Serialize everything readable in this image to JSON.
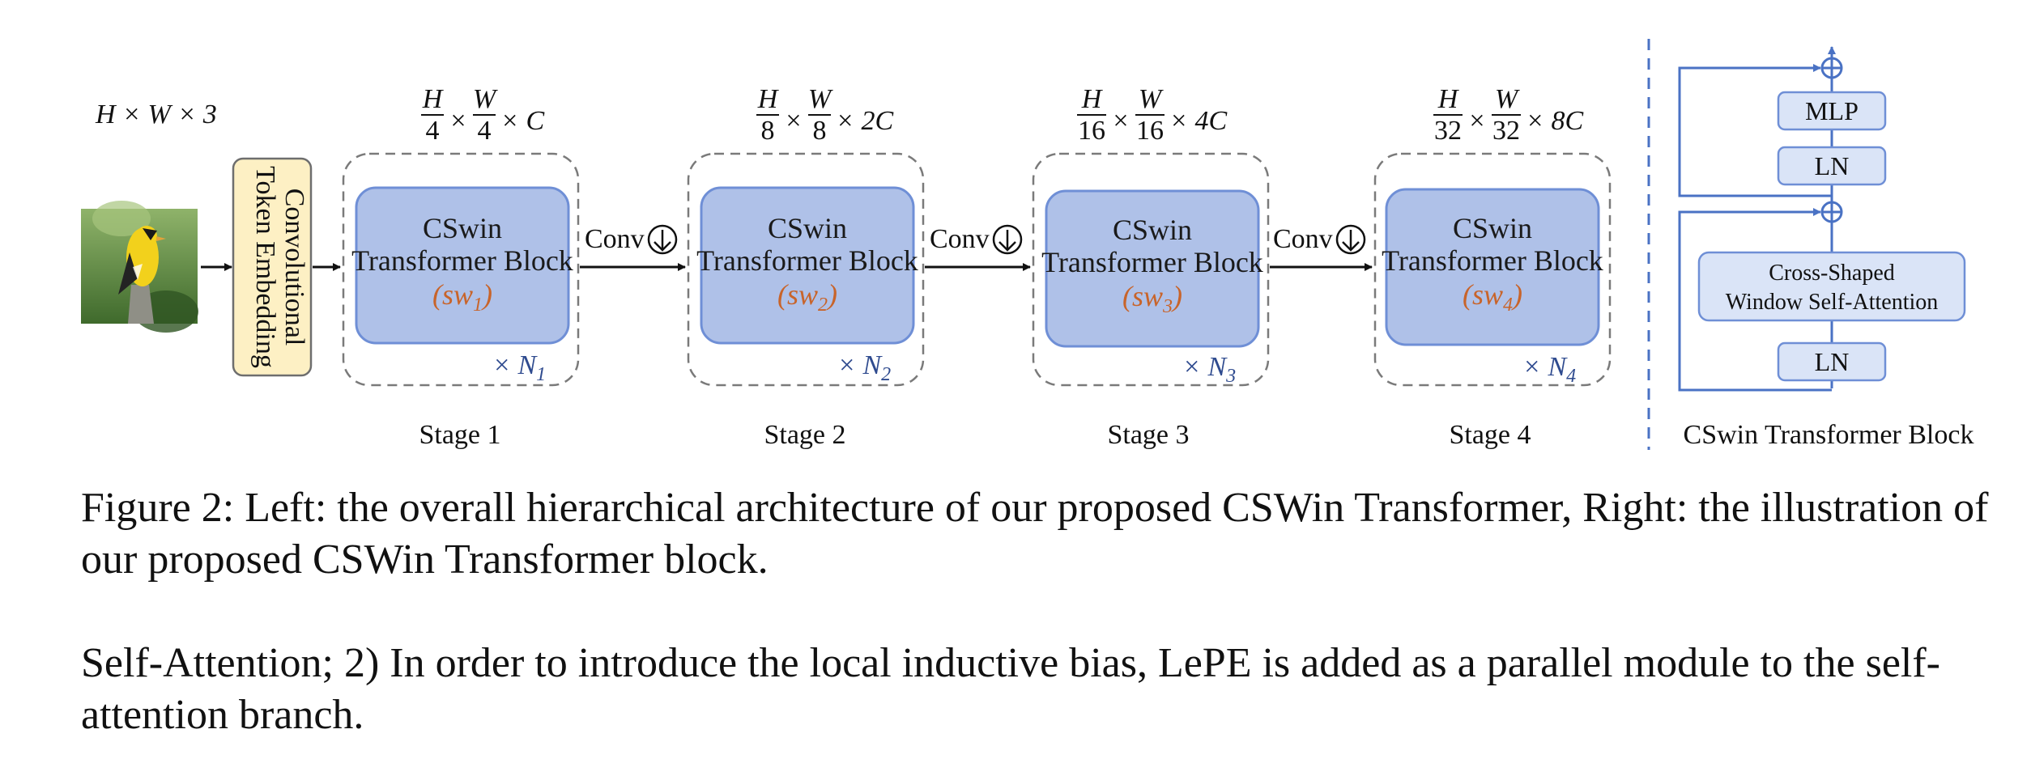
{
  "diagram": {
    "input_dims": "H × W × 3",
    "token_embedding": [
      "Convolutional",
      "Token Embedding"
    ],
    "conv_label": "Conv",
    "block_title_1": "CSwin",
    "block_title_2": "Transformer Block",
    "stages": [
      {
        "label": "Stage 1",
        "num1": "H",
        "den1": "4",
        "num2": "W",
        "den2": "4",
        "tail": "× C",
        "sw": "(sw",
        "sw_sub": "1",
        "sw_close": ")",
        "rep": "× N",
        "rep_sub": "1"
      },
      {
        "label": "Stage 2",
        "num1": "H",
        "den1": "8",
        "num2": "W",
        "den2": "8",
        "tail": "× 2C",
        "sw": "(sw",
        "sw_sub": "2",
        "sw_close": ")",
        "rep": "× N",
        "rep_sub": "2"
      },
      {
        "label": "Stage 3",
        "num1": "H",
        "den1": "16",
        "num2": "W",
        "den2": "16",
        "tail": "× 4C",
        "sw": "(sw",
        "sw_sub": "3",
        "sw_close": ")",
        "rep": "× N",
        "rep_sub": "3"
      },
      {
        "label": "Stage 4",
        "num1": "H",
        "den1": "32",
        "num2": "W",
        "den2": "32",
        "tail": "× 8C",
        "sw": "(sw",
        "sw_sub": "4",
        "sw_close": ")",
        "rep": "× N",
        "rep_sub": "4"
      }
    ],
    "times": "×",
    "block_detail": {
      "mlp": "MLP",
      "ln_top": "LN",
      "attention": [
        "Cross-Shaped",
        "Window Self-Attention"
      ],
      "ln_bottom": "LN",
      "title": "CSwin Transformer Block"
    },
    "colors": {
      "block_fill": "#afc1e8",
      "block_stroke": "#6f8fd6",
      "embed_fill": "#fdf0c4",
      "side_fill": "#dae4f7",
      "accent_blue": "#4a72c4",
      "sw_orange": "#c8642a"
    }
  },
  "caption": {
    "figure": "Figure 2: Left: the overall hierarchical architecture of our proposed CSWin Transformer, Right: the illustration of our proposed CSWin Transformer block.",
    "body": "Self-Attention; 2) In order to introduce the local inductive bias, LePE is added as a parallel module to the self-attention branch."
  }
}
